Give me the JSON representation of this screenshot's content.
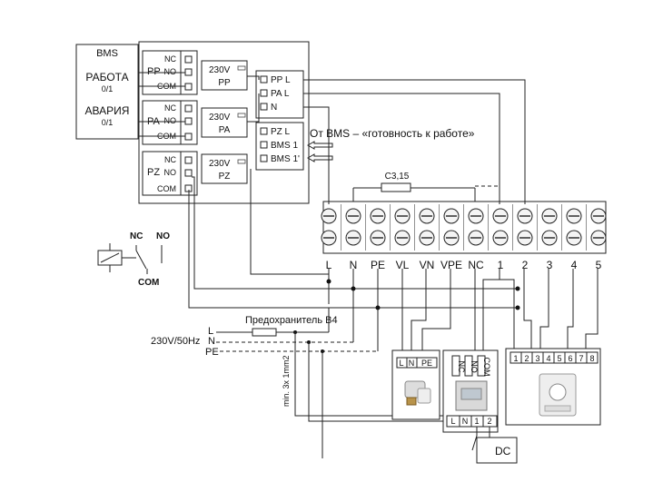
{
  "bms": {
    "title": "BMS",
    "run_label": "РАБОТА",
    "run_value": "0/1",
    "fault_label": "АВАРИЯ",
    "fault_value": "0/1"
  },
  "relays": [
    {
      "code": "PP",
      "contacts": [
        "NC",
        "NO",
        "COM"
      ],
      "coil_voltage": "230V",
      "coil_name": "PP"
    },
    {
      "code": "PA",
      "contacts": [
        "NC",
        "NO",
        "COM"
      ],
      "coil_voltage": "230V",
      "coil_name": "PA"
    },
    {
      "code": "PZ",
      "contacts": [
        "NC",
        "NO",
        "COM"
      ],
      "coil_voltage": "230V",
      "coil_name": "PZ"
    }
  ],
  "inner_terminals": {
    "group1": [
      "PP L",
      "PA L",
      "N"
    ],
    "group2": [
      "PZ L",
      "BMS 1",
      "BMS 1'"
    ]
  },
  "bms_ready_note": "От BMS – «готовность к работе»",
  "capacitor_label": "C3,15",
  "terminal_strip": [
    "L",
    "N",
    "PE",
    "VL",
    "VN",
    "VPE",
    "NC",
    "1",
    "2",
    "3",
    "4",
    "5"
  ],
  "relay_symbol": {
    "nc": "NC",
    "no": "NO",
    "com": "COM"
  },
  "fuse_label": "Предохранитель B4",
  "supply": {
    "voltage": "230V/50Hz",
    "lines": [
      "L",
      "N",
      "PE"
    ]
  },
  "cable_label": "min. 3x 1mm2",
  "valve_terminals": [
    "L",
    "N",
    "PE"
  ],
  "thermostat_top_terminals": [
    "NC",
    "NO",
    "COM"
  ],
  "thermostat_bottom_terminals": [
    "L",
    "N",
    "1",
    "2"
  ],
  "controller_terminals": [
    "1",
    "2",
    "3",
    "4",
    "5",
    "6",
    "7",
    "8"
  ],
  "dc_label": "DC"
}
